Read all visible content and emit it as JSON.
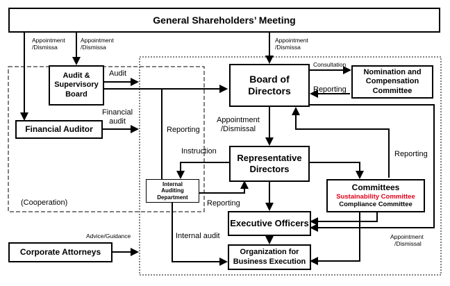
{
  "boxes": {
    "shareholders": "General Shareholders’ Meeting",
    "audit_board_line1": "Audit &",
    "audit_board_line2": "Supervisory",
    "audit_board_line3": "Board",
    "financial_auditor": "Financial Auditor",
    "board_line1": "Board of",
    "board_line2": "Directors",
    "nomination_line1": "Nomination and",
    "nomination_line2": "Compensation",
    "nomination_line3": "Committee",
    "rep_line1": "Representative",
    "rep_line2": "Directors",
    "internal_line1": "Internal",
    "internal_line2": "Auditing",
    "internal_line3": "Department",
    "committees_title": "Committees",
    "committees_sustainability": "Sustainability Committee",
    "committees_compliance": "Compliance Committee",
    "executive_officers": "Executive Officers",
    "org_line1": "Organization for",
    "org_line2": "Business Execution",
    "corporate_attorneys": "Corporate Attorneys"
  },
  "labels": {
    "appointment_dismissa": "Appointment",
    "dismissa": "/Dismissa",
    "audit": "Audit",
    "financial": "Financial",
    "audit_lower": "audit",
    "consultation": "Consultation",
    "reporting": "Reporting",
    "appointment": "Appointment",
    "dismissal": "/Dismissal",
    "instruction": "Instruction",
    "cooperation": "(Cooperation)",
    "advice_guidance": "Advice/Guidance",
    "internal_audit": "Internal audit"
  },
  "colors": {
    "sustainability": "#e0001b"
  }
}
